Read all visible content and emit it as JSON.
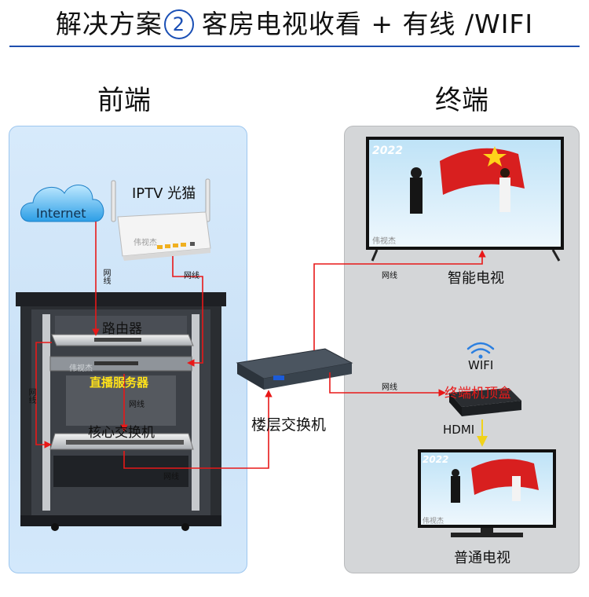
{
  "header": {
    "title_prefix": "解决方案",
    "title_number": "2",
    "title_suffix": "客房电视收看 + 有线 /WIFI"
  },
  "sections": {
    "front": "前端",
    "end": "终端"
  },
  "devices": {
    "internet": "Internet",
    "iptv_modem": "IPTV 光猫",
    "router": "路由器",
    "live_server": "直播服务器",
    "core_switch": "核心交换机",
    "floor_switch": "楼层交换机",
    "smart_tv": "智能电视",
    "wifi": "WIFI",
    "set_top_box": "终端机顶盒",
    "hdmi": "HDMI",
    "normal_tv": "普通电视"
  },
  "links": {
    "internet_router": "网线",
    "modem_router": "网线",
    "router_core_left": "网线",
    "server_core": "网线",
    "core_floor": "网线",
    "floor_smart_tv": "网线",
    "floor_stb": "网线"
  },
  "screens": {
    "year": "2022",
    "watermark": "伟视杰"
  },
  "colors": {
    "link": "#e81818",
    "hdmi": "#f0d21a",
    "server_label": "#ffe21a",
    "stb_label": "#e81818",
    "accent": "#1e4fae"
  }
}
